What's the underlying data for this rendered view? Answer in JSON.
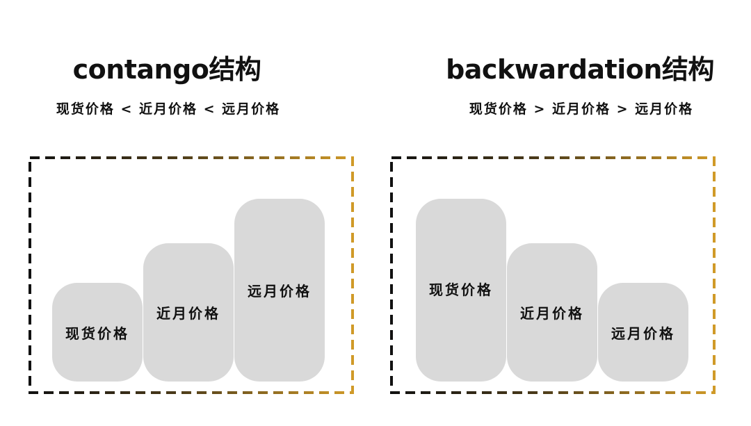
{
  "colors": {
    "bar_fill": "#d9d9d9",
    "border_start": "#111111",
    "border_end": "#d09a28",
    "text": "#111111",
    "background": "#ffffff"
  },
  "panels": [
    {
      "title": "contango结构",
      "relation": "现货价格 < 近月价格 < 远月价格",
      "bars": [
        {
          "label": "现货价格",
          "level": 1
        },
        {
          "label": "近月价格",
          "level": 2
        },
        {
          "label": "远月价格",
          "level": 3
        }
      ]
    },
    {
      "title": "backwardation结构",
      "relation": "现货价格 > 近月价格 > 远月价格",
      "bars": [
        {
          "label": "现货价格",
          "level": 3
        },
        {
          "label": "近月价格",
          "level": 2
        },
        {
          "label": "远月价格",
          "level": 1
        }
      ]
    }
  ]
}
